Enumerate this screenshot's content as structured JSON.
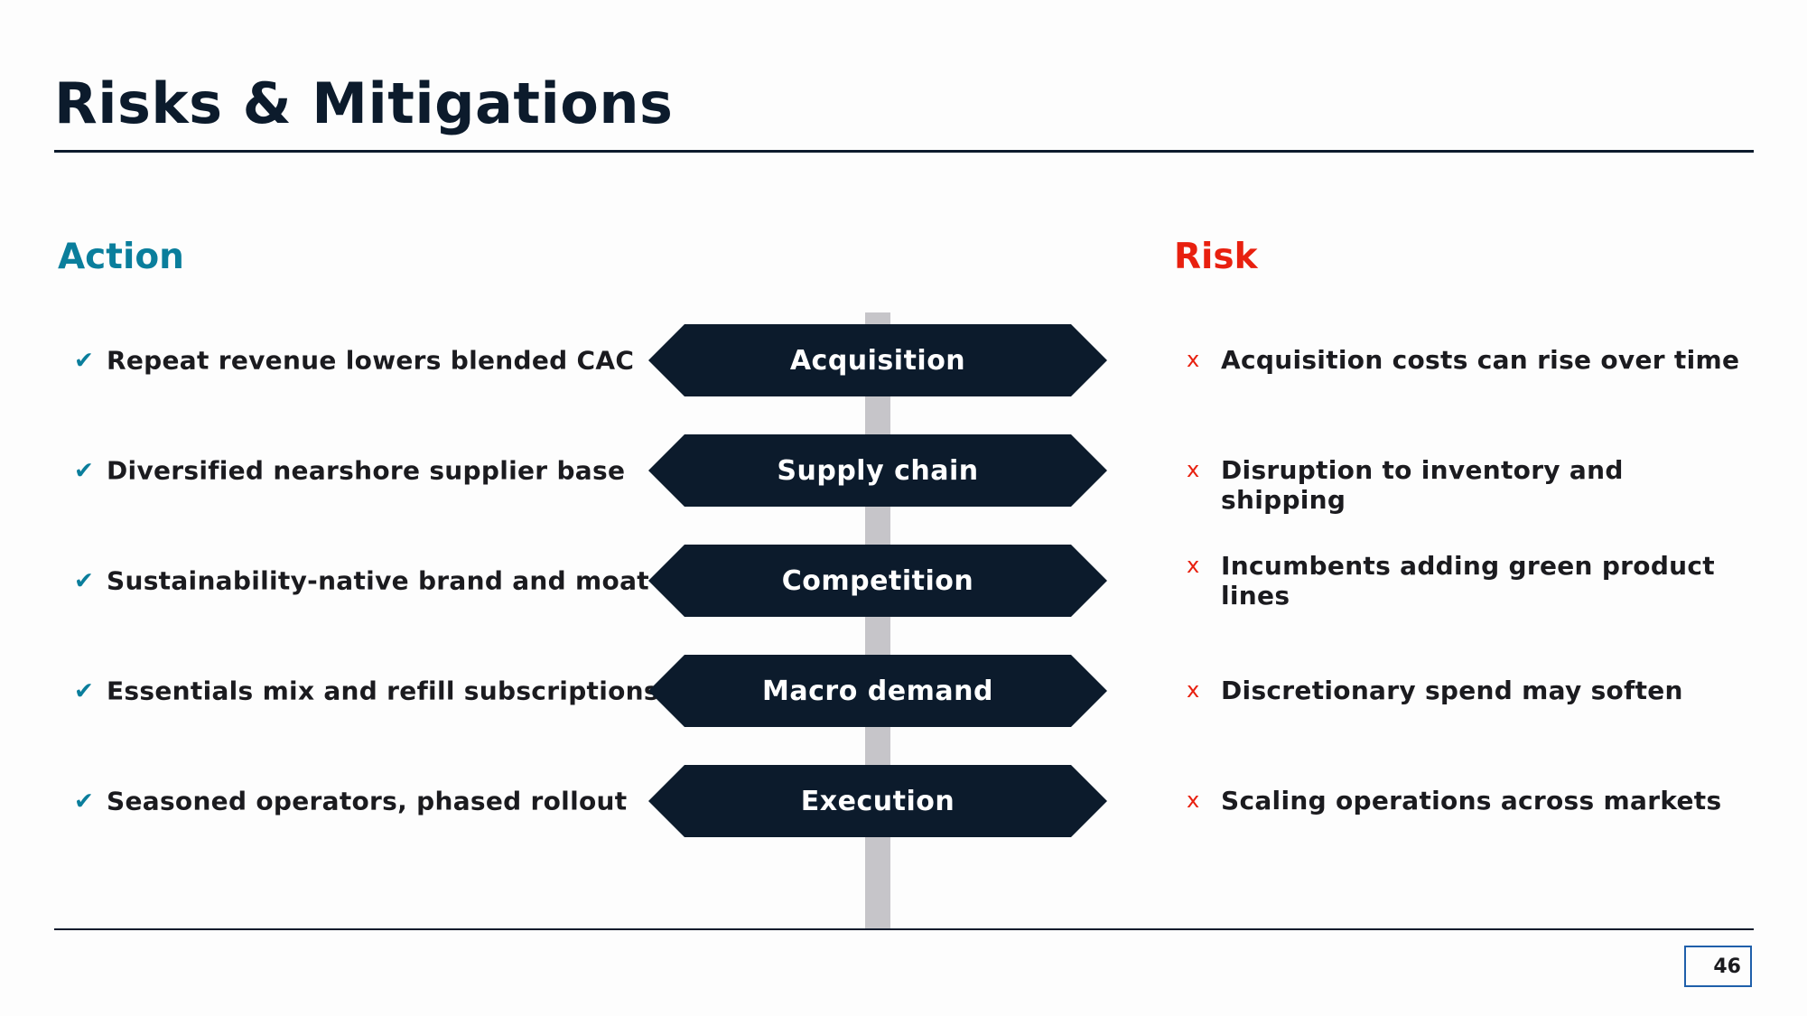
{
  "slide": {
    "title": "Risks & Mitigations",
    "page_number": "46"
  },
  "columns": {
    "action_heading": "Action",
    "risk_heading": "Risk"
  },
  "colors": {
    "accent_action": "#0a7e9c",
    "accent_risk": "#e8200f",
    "sign_fill": "#0c1b2c",
    "post": "#c6c5c9"
  },
  "icons": {
    "action_marker": "check-icon",
    "risk_marker": "x-icon"
  },
  "rows": [
    {
      "sign": "Acquisition",
      "action": "Repeat revenue lowers blended CAC",
      "risk": "Acquisition costs can rise over time"
    },
    {
      "sign": "Supply chain",
      "action": "Diversified nearshore supplier base",
      "risk": "Disruption to inventory and shipping"
    },
    {
      "sign": "Competition",
      "action": "Sustainability-native brand and moat",
      "risk": "Incumbents adding green product lines"
    },
    {
      "sign": "Macro demand",
      "action": "Essentials mix and refill subscriptions",
      "risk": "Discretionary spend may soften"
    },
    {
      "sign": "Execution",
      "action": "Seasoned operators, phased rollout",
      "risk": "Scaling operations across markets"
    }
  ]
}
